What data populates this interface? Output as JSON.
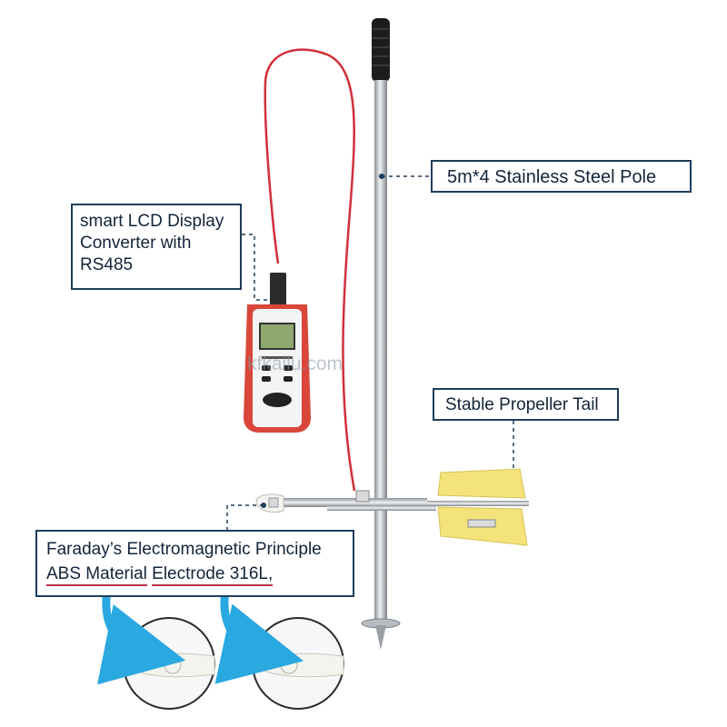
{
  "callouts": {
    "pole": "5m*4 Stainless Steel Pole",
    "lcd": {
      "line1": "smart LCD Display",
      "line2": "Converter with",
      "line3": "RS485"
    },
    "tail": "Stable Propeller Tail",
    "principle": {
      "line1": "Faraday’s Electromagnetic Principle",
      "part_a": "ABS Material",
      "part_b": "Electrode 316L,"
    }
  },
  "watermark": "kfkailu.com",
  "colors": {
    "callout_border": "#1f3d5c",
    "underline": "#c0304a",
    "cable": "#d1303b",
    "arrow": "#2aa8e0",
    "tail": "#f4e27a",
    "device_red": "#d9473a"
  }
}
